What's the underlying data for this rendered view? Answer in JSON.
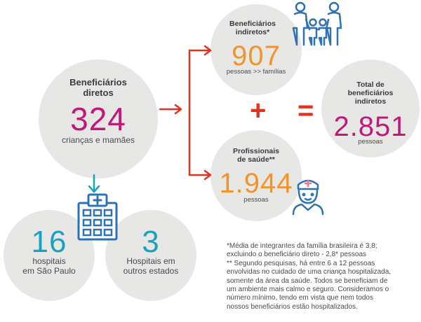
{
  "colors": {
    "circle_bg": "#e7e7e5",
    "magenta": "#c2187a",
    "orange": "#f2932b",
    "teal": "#1aa3be",
    "red": "#e2331f",
    "blue": "#2f72b4",
    "pink": "#f07a88"
  },
  "direct": {
    "title_line1": "Beneficiários",
    "title_line2": "diretos",
    "value": "324",
    "subtitle": "crianças e mamães"
  },
  "indirect": {
    "title_line1": "Beneficiários",
    "title_line2": "indiretos*",
    "value": "907",
    "subtitle": "pessoas >> famílias"
  },
  "health": {
    "title_line1": "Profissionais",
    "title_line2": "de saúde**",
    "value": "1.944",
    "subtitle": "pessoas"
  },
  "total": {
    "title_line1": "Total de",
    "title_line2": "beneficiários",
    "title_line3": "indiretos",
    "value": "2.851",
    "subtitle": "pessoas"
  },
  "sp_hospitals": {
    "value": "16",
    "line1": "hospitais",
    "line2": "em São Paulo"
  },
  "other_hospitals": {
    "value": "3",
    "line1": "Hospitais em",
    "line2": "outros estados"
  },
  "operators": {
    "plus": "+",
    "equals": "="
  },
  "icons": [
    "family-icon",
    "nurse-icon",
    "hospital-icon",
    "arrow-down-icon",
    "bracket-arrow-icon",
    "arrow-right-icon"
  ],
  "notes": {
    "line1": "*Média de integrantes da família brasileira é 3,8;",
    "line2": "excluindo o beneficiário direto - 2,8* pessoas",
    "line3": "** Segundo pesquisas, há entre 6 a 12 pessoas",
    "line4": "envolvidas no cuidado de uma criança hospitalizada,",
    "line5": "somente da área da saúde. Todos se beneficiam de",
    "line6": "um ambiente mais calmo e seguro. Consideramos o",
    "line7": "número mínimo, tendo em vista que nem todos",
    "line8": "nossos beneficiários estão hospitalizados."
  }
}
